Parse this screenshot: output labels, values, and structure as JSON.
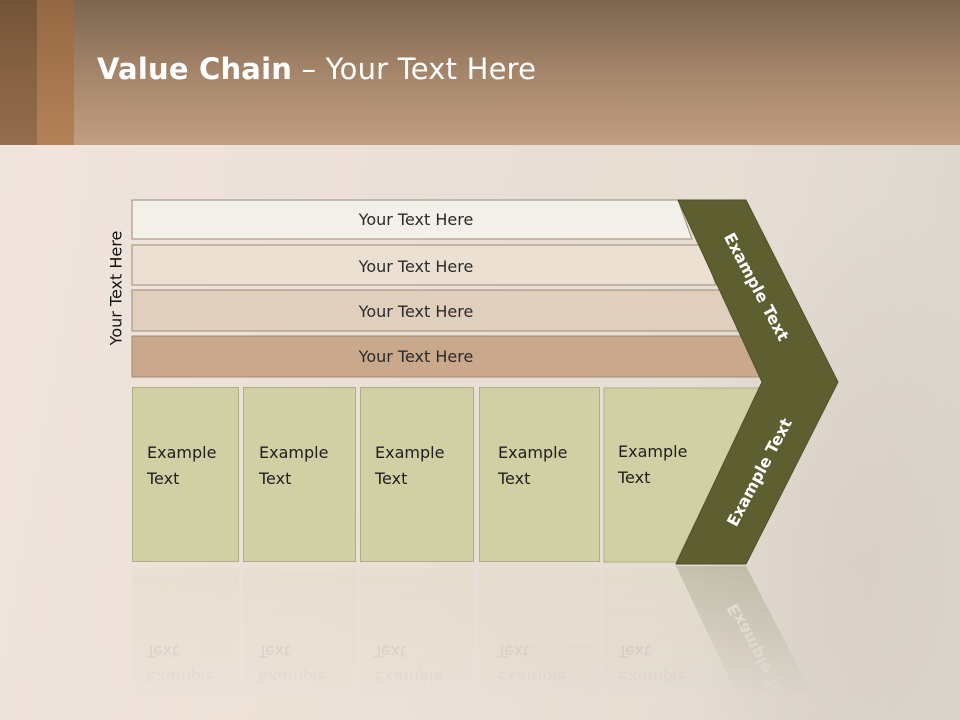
{
  "header": {
    "title_bold": "Value Chain",
    "title_rest": " – Your Text Here"
  },
  "side_label": "Your Text Here",
  "bars": [
    {
      "label": "Your Text Here",
      "color": "#f3efe9"
    },
    {
      "label": "Your Text Here",
      "color": "#ece0d3"
    },
    {
      "label": "Your Text Here",
      "color": "#e0cfbd"
    },
    {
      "label": "Your Text Here",
      "color": "#c9a88c"
    }
  ],
  "chevron": {
    "top_label": "Example Text",
    "bottom_label": "Example Text",
    "color": "#5e5f31"
  },
  "boxes": [
    {
      "line1": "Example",
      "line2": "Text"
    },
    {
      "line1": "Example",
      "line2": "Text"
    },
    {
      "line1": "Example",
      "line2": "Text"
    },
    {
      "line1": "Example",
      "line2": "Text"
    },
    {
      "line1": "Example",
      "line2": "Text"
    }
  ],
  "colors": {
    "box_fill": "#d1d0a4",
    "header_top": "#7c6650",
    "header_bottom": "#c19e80"
  }
}
